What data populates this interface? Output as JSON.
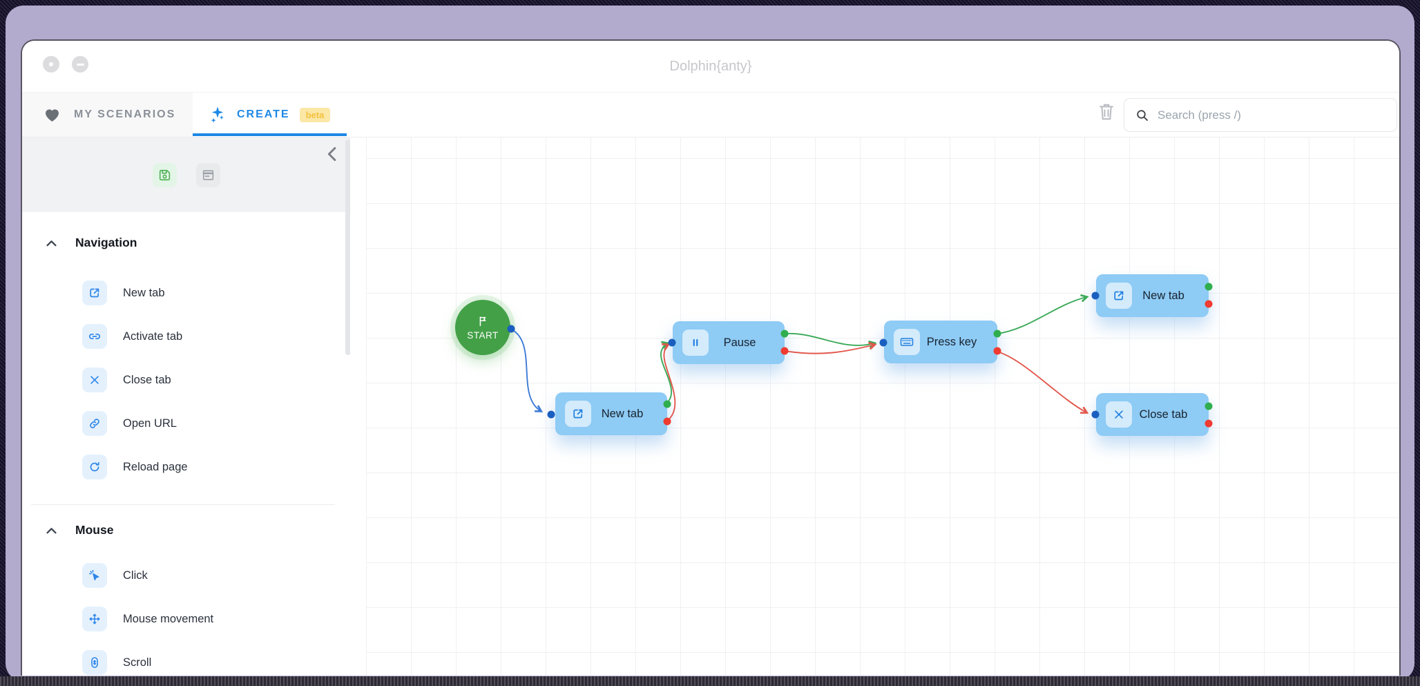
{
  "window": {
    "title": "Dolphin{anty}"
  },
  "nav": {
    "my_scenarios": "MY SCENARIOS",
    "create": "CREATE",
    "beta_badge": "beta",
    "search_placeholder": "Search (press /)"
  },
  "sidebar": {
    "sections": [
      {
        "title": "Navigation",
        "items": [
          {
            "icon": "new-tab-icon",
            "label": "New tab"
          },
          {
            "icon": "activate-tab-icon",
            "label": "Activate tab"
          },
          {
            "icon": "close-tab-icon",
            "label": "Close tab"
          },
          {
            "icon": "open-url-icon",
            "label": "Open URL"
          },
          {
            "icon": "reload-page-icon",
            "label": "Reload page"
          }
        ]
      },
      {
        "title": "Mouse",
        "items": [
          {
            "icon": "click-icon",
            "label": "Click"
          },
          {
            "icon": "mouse-movement-icon",
            "label": "Mouse movement"
          },
          {
            "icon": "scroll-icon",
            "label": "Scroll"
          }
        ]
      }
    ]
  },
  "flow": {
    "start": {
      "label": "START"
    },
    "nodes": [
      {
        "icon": "new-tab-icon",
        "label": "New tab"
      },
      {
        "icon": "pause-icon",
        "label": "Pause"
      },
      {
        "icon": "press-key-icon",
        "label": "Press key"
      },
      {
        "icon": "new-tab-icon",
        "label": "New tab"
      },
      {
        "icon": "close-tab-icon",
        "label": "Close tab"
      }
    ],
    "colors": {
      "node_bg": "#8ecbf5",
      "start_bg": "#43a047",
      "edge_blue": "#3e7bd6",
      "edge_green": "#3aa957",
      "edge_red": "#e2574c",
      "port_blue": "#1a5fbf",
      "port_green": "#2fae4f",
      "port_red": "#ef3b30",
      "accent_blue": "#1e88e5",
      "beta_bg": "#fbe7a6",
      "beta_text": "#f4c13c"
    }
  }
}
